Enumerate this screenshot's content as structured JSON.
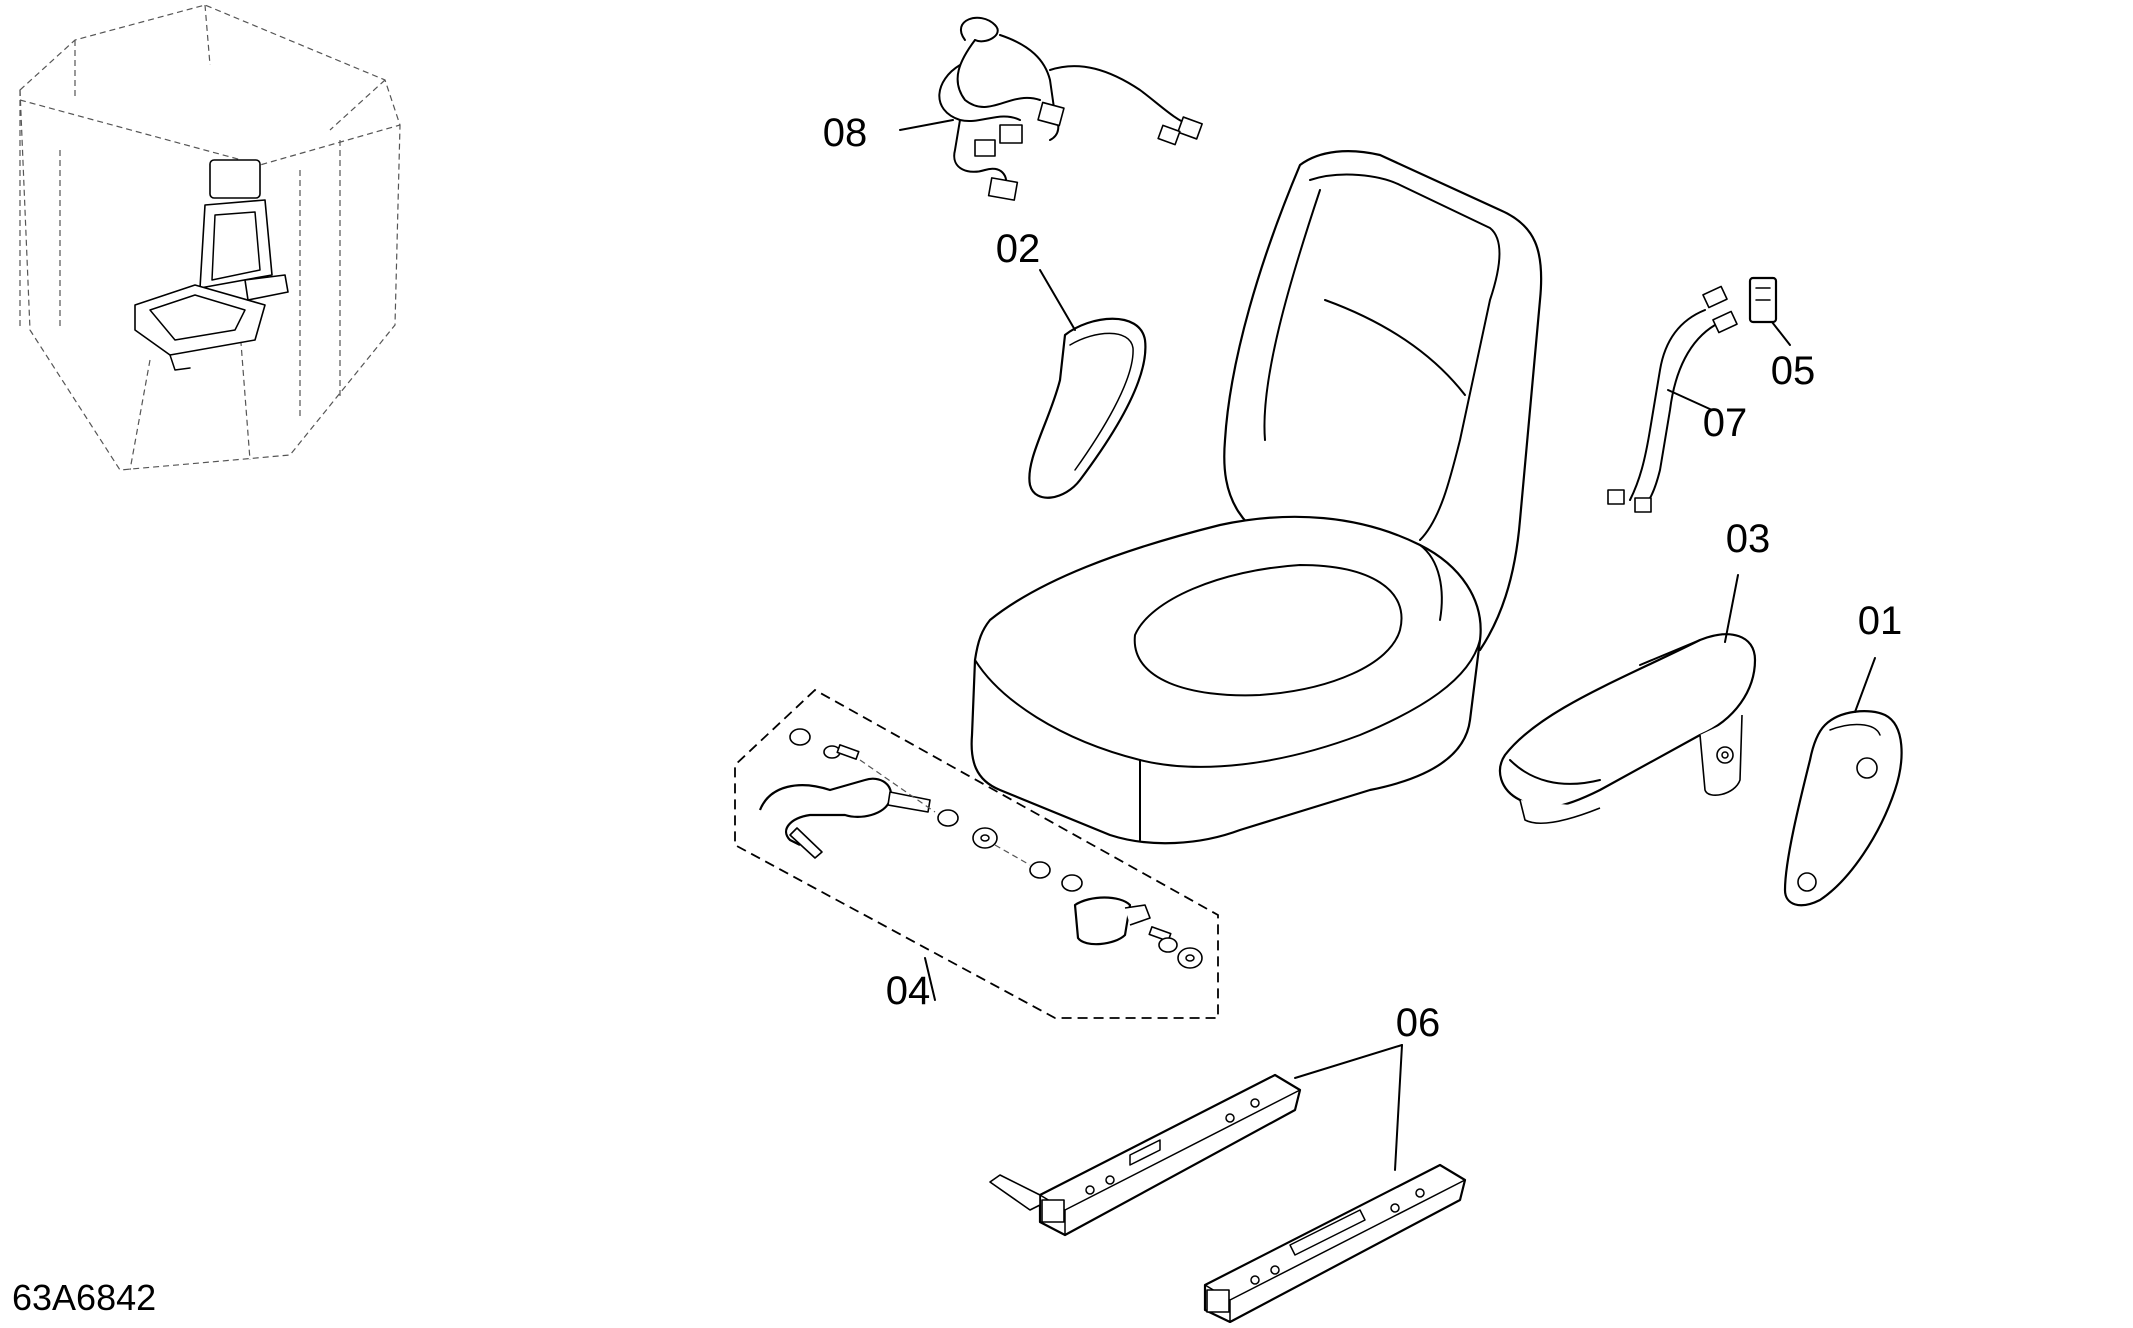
{
  "drawing_id": "63A6842",
  "callouts": [
    {
      "id": "seat-cushion-shell",
      "label": "01"
    },
    {
      "id": "side-cover-left",
      "label": "02"
    },
    {
      "id": "armrest",
      "label": "03"
    },
    {
      "id": "seat-belt-kit",
      "label": "04"
    },
    {
      "id": "seat-slide-rails",
      "label": "05"
    },
    {
      "id": "switch",
      "label": "06"
    },
    {
      "id": "harness-small",
      "label": "07"
    },
    {
      "id": "harness-main",
      "label": "08"
    }
  ]
}
